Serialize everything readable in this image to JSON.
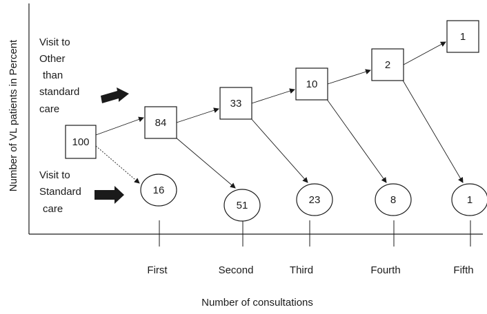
{
  "axes": {
    "ylabel": "Number of VL patients in Percent",
    "xlabel": "Number of consultations"
  },
  "legend": {
    "other": [
      "Visit to",
      "Other",
      "than",
      "standard",
      "care"
    ],
    "standard": [
      "Visit to",
      "Standard",
      "care"
    ]
  },
  "stages": [
    "First",
    "Second",
    "Third",
    "Fourth",
    "Fifth"
  ],
  "start_node": "100",
  "other_care_nodes": [
    "84",
    "33",
    "10",
    "2",
    "1"
  ],
  "standard_care_nodes": [
    "16",
    "51",
    "23",
    "8",
    "1"
  ],
  "colors": {
    "line": "#1a1a1a",
    "background": "#ffffff"
  }
}
